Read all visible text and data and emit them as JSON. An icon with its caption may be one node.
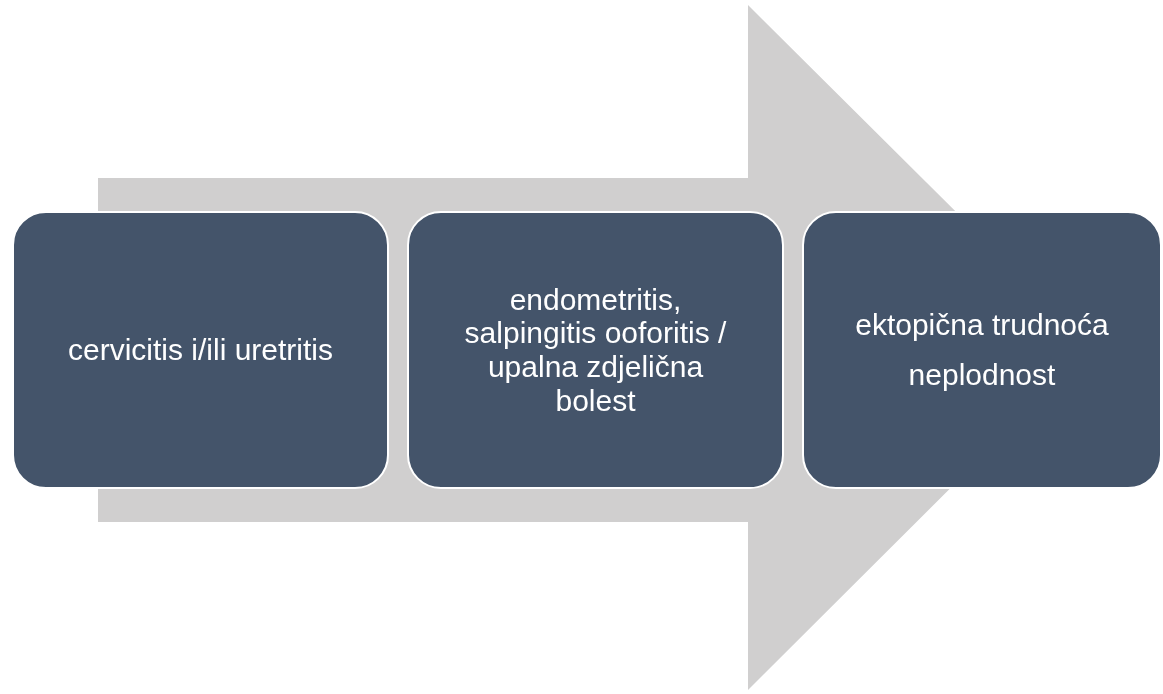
{
  "diagram": {
    "nodes": [
      {
        "text": [
          "cervicitis i/ili uretritis"
        ]
      },
      {
        "text": [
          "endometritis, salpingitis ooforitis / upalna zdjelična bolest"
        ]
      },
      {
        "text": [
          "ektopična trudnoća",
          "neplodnost"
        ]
      }
    ],
    "edges": [
      {
        "from": 0,
        "to": 2,
        "arrow": "to"
      }
    ]
  }
}
